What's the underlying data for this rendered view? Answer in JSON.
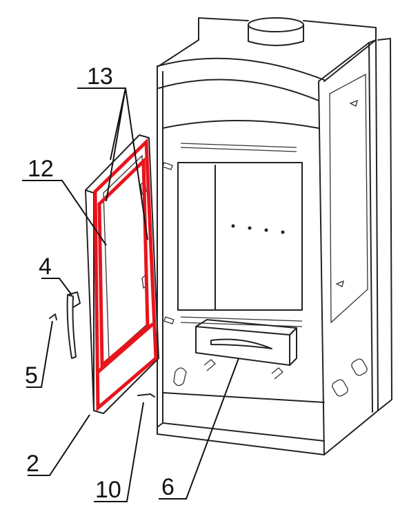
{
  "diagram": {
    "callouts": [
      {
        "id": "13",
        "label": "13"
      },
      {
        "id": "12",
        "label": "12"
      },
      {
        "id": "4",
        "label": "4"
      },
      {
        "id": "5",
        "label": "5"
      },
      {
        "id": "2",
        "label": "2"
      },
      {
        "id": "10",
        "label": "10"
      },
      {
        "id": "6",
        "label": "6"
      }
    ],
    "colors": {
      "line": "#222222",
      "seal_highlight": "#e8141c",
      "background": "#ffffff"
    }
  }
}
